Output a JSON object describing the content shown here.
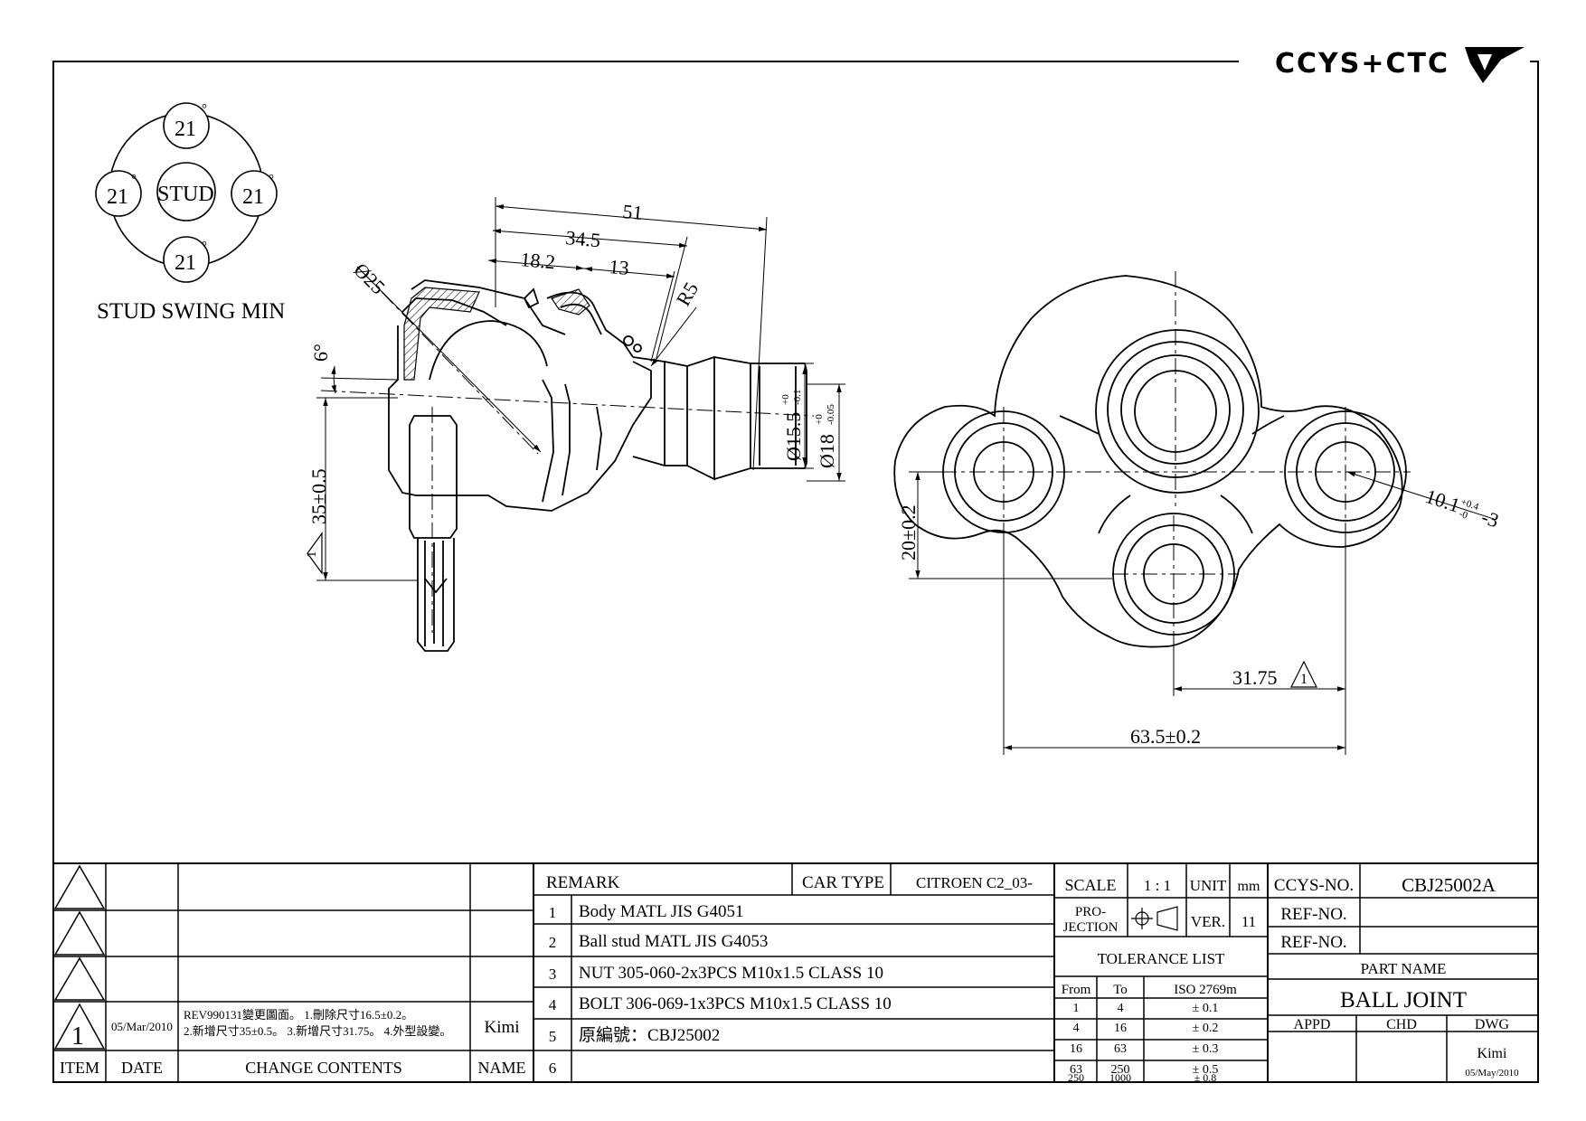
{
  "logo": {
    "wordmark": "CCYS+CTC",
    "icon": "ccys-ctc-logo-icon"
  },
  "stud_swing": {
    "top_deg": "21",
    "left_deg": "21",
    "right_deg": "21",
    "bottom_deg": "21",
    "degree_mark": "°",
    "center_label": "STUD",
    "caption": "STUD SWING MIN"
  },
  "dims": {
    "d51": "51",
    "d34_5": "34.5",
    "d18_2": "18.2",
    "d13": "13",
    "r5": "R5",
    "phi25": "Ø25",
    "angle6": "6°",
    "d35": "35±0.5",
    "phi15_5": "Ø15.5",
    "phi15_5_tol_up": "+0",
    "phi15_5_tol_lo": "-0.1",
    "phi18": "Ø18",
    "phi18_tol_up": "+0",
    "phi18_tol_lo": "-0.05",
    "d20": "20±0.2",
    "d31_75": "31.75",
    "d63_5": "63.5±0.2",
    "d10_1": "10.1",
    "d10_1_tol_up": "+0.4",
    "d10_1_tol_lo": "-0",
    "d10_1_suffix": "-3",
    "rev_mark": "1"
  },
  "revisions": {
    "rows": [
      {
        "item": "",
        "date": "",
        "contents": "",
        "name": ""
      },
      {
        "item": "",
        "date": "",
        "contents": "",
        "name": ""
      },
      {
        "item": "",
        "date": "",
        "contents": "",
        "name": ""
      },
      {
        "item": "1",
        "date": "05/Mar/2010",
        "contents_line1": "REV990131變更圖面。 1.刪除尺寸16.5±0.2。",
        "contents_line2": "2.新增尺寸35±0.5。 3.新增尺寸31.75。 4.外型設變。",
        "name": "Kimi"
      }
    ],
    "headers": {
      "item": "ITEM",
      "date": "DATE",
      "contents": "CHANGE CONTENTS",
      "name": "NAME"
    }
  },
  "remarks": {
    "header": "REMARK",
    "car_type_label": "CAR TYPE",
    "car_type_value": "CITROEN C2_03-",
    "items": [
      {
        "no": "1",
        "text": "Body MATL JIS G4051"
      },
      {
        "no": "2",
        "text": "Ball stud MATL JIS G4053"
      },
      {
        "no": "3",
        "text": "NUT 305-060-2x3PCS M10x1.5 CLASS 10"
      },
      {
        "no": "4",
        "text": "BOLT 306-069-1x3PCS M10x1.5 CLASS 10"
      },
      {
        "no": "5",
        "text": "原編號：CBJ25002"
      },
      {
        "no": "6",
        "text": ""
      }
    ]
  },
  "title_block": {
    "scale_label": "SCALE",
    "scale_value": "1 : 1",
    "unit_label": "UNIT",
    "unit_value": "mm",
    "projection_label_1": "PRO-",
    "projection_label_2": "JECTION",
    "projection_icon": "first-angle-projection-icon",
    "ver_label": "VER.",
    "ver_value": "11",
    "tolerance_title": "TOLERANCE LIST",
    "tol_headers": {
      "from": "From",
      "to": "To",
      "iso": "ISO 2769m"
    },
    "tolerances": [
      {
        "from": "1",
        "to": "4",
        "tol": "± 0.1"
      },
      {
        "from": "4",
        "to": "16",
        "tol": "± 0.2"
      },
      {
        "from": "16",
        "to": "63",
        "tol": "± 0.3"
      },
      {
        "from": "63",
        "to": "250",
        "tol": "± 0.5"
      },
      {
        "from": "250",
        "to": "1000",
        "tol": "± 0.8"
      }
    ],
    "ccys_no_label": "CCYS-NO.",
    "ccys_no_value": "CBJ25002A",
    "ref_no_label_1": "REF-NO.",
    "ref_no_label_2": "REF-NO.",
    "part_name_label": "PART NAME",
    "part_name_value": "BALL JOINT",
    "appd_label": "APPD",
    "chd_label": "CHD",
    "dwg_label": "DWG",
    "dwg_name": "Kimi",
    "dwg_date": "05/May/2010"
  }
}
